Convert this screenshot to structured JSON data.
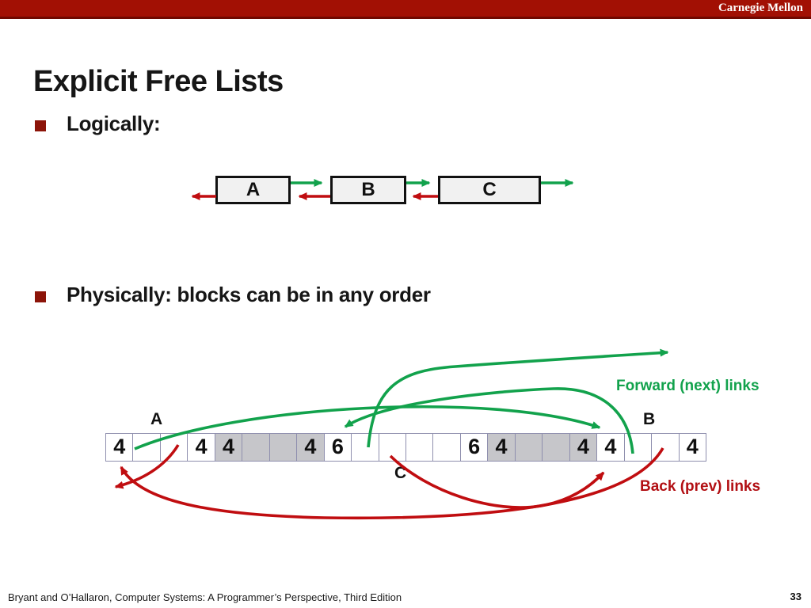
{
  "banner": {
    "brand": "Carnegie Mellon"
  },
  "title": "Explicit Free Lists",
  "bullets": [
    {
      "label": "Logically:"
    },
    {
      "label": "Physically: blocks can be in any order"
    }
  ],
  "logical_diagram": {
    "nodes": [
      {
        "label": "A"
      },
      {
        "label": "B"
      },
      {
        "label": "C"
      }
    ]
  },
  "physical_diagram": {
    "block_labels": {
      "a": "A",
      "b": "B",
      "c": "C"
    },
    "forward_label": "Forward (next) links",
    "back_label": "Back (prev) links",
    "cells": [
      {
        "value": "4",
        "shaded": false
      },
      {
        "value": "",
        "shaded": false
      },
      {
        "value": "",
        "shaded": false
      },
      {
        "value": "4",
        "shaded": false
      },
      {
        "value": "4",
        "shaded": true
      },
      {
        "value": "",
        "shaded": true
      },
      {
        "value": "",
        "shaded": true
      },
      {
        "value": "4",
        "shaded": true
      },
      {
        "value": "6",
        "shaded": false
      },
      {
        "value": "",
        "shaded": false
      },
      {
        "value": "",
        "shaded": false
      },
      {
        "value": "",
        "shaded": false
      },
      {
        "value": "",
        "shaded": false
      },
      {
        "value": "6",
        "shaded": false
      },
      {
        "value": "4",
        "shaded": true
      },
      {
        "value": "",
        "shaded": true
      },
      {
        "value": "",
        "shaded": true
      },
      {
        "value": "4",
        "shaded": true
      },
      {
        "value": "4",
        "shaded": false
      },
      {
        "value": "",
        "shaded": false
      },
      {
        "value": "",
        "shaded": false
      },
      {
        "value": "4",
        "shaded": false
      }
    ]
  },
  "footer": {
    "citation": "Bryant and O’Hallaron, Computer Systems: A Programmer’s Perspective, Third Edition",
    "page": "33"
  },
  "colors": {
    "forward_green": "#12a24c",
    "back_red": "#c00d10",
    "back_text_red": "#b20f13",
    "banner_red": "#a21004",
    "bullet_red": "#8c1409",
    "shaded_cell": "#c6c6ca"
  }
}
